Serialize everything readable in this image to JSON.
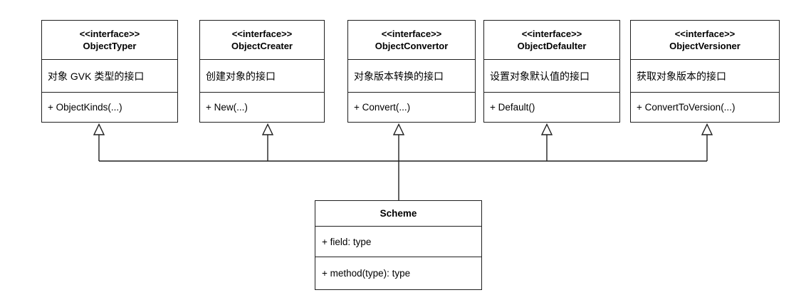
{
  "diagram": {
    "type": "uml-class-diagram",
    "colors": {
      "line": "#1f1f1f",
      "box_background": "#ffffff",
      "text": "#000000"
    },
    "interfaces": [
      {
        "stereotype": "<<interface>>",
        "name": "ObjectTyper",
        "description": "对象 GVK 类型的接口",
        "method": "+ ObjectKinds(...)"
      },
      {
        "stereotype": "<<interface>>",
        "name": "ObjectCreater",
        "description": "创建对象的接口",
        "method": "+ New(...)"
      },
      {
        "stereotype": "<<interface>>",
        "name": "ObjectConvertor",
        "description": "对象版本转换的接口",
        "method": "+ Convert(...)"
      },
      {
        "stereotype": "<<interface>>",
        "name": "ObjectDefaulter",
        "description": "设置对象默认值的接口",
        "method": "+ Default()"
      },
      {
        "stereotype": "<<interface>>",
        "name": "ObjectVersioner",
        "description": "获取对象版本的接口",
        "method": "+ ConvertToVersion(...)"
      }
    ],
    "scheme_class": {
      "name": "Scheme",
      "field": "+ field: type",
      "method": "+ method(type): type"
    },
    "relationships": [
      {
        "from": "Scheme",
        "to": "ObjectTyper",
        "type": "realization"
      },
      {
        "from": "Scheme",
        "to": "ObjectCreater",
        "type": "realization"
      },
      {
        "from": "Scheme",
        "to": "ObjectConvertor",
        "type": "realization"
      },
      {
        "from": "Scheme",
        "to": "ObjectDefaulter",
        "type": "realization"
      },
      {
        "from": "Scheme",
        "to": "ObjectVersioner",
        "type": "realization"
      }
    ]
  }
}
